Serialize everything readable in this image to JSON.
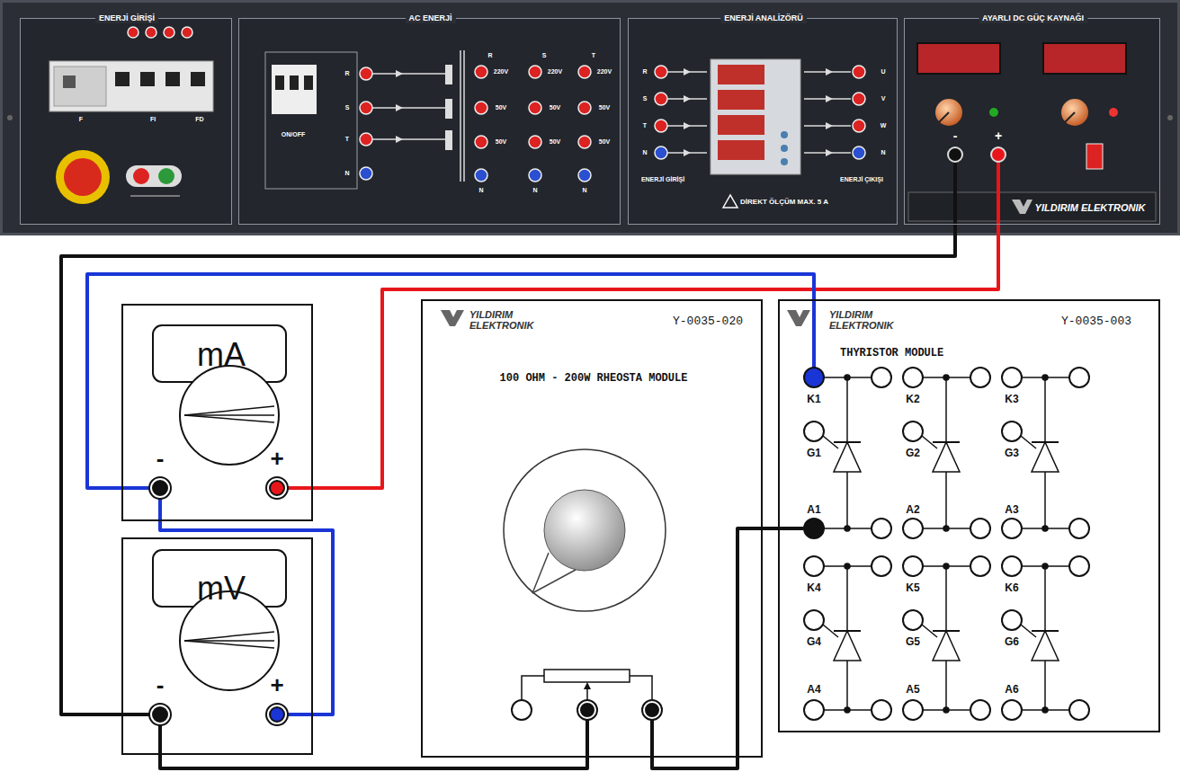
{
  "diagram": {
    "nodes": [
      {
        "text": [
          "ENERJİ GİRİŞİ"
        ]
      },
      {
        "text": [
          "AC ENERJİ"
        ]
      },
      {
        "text": [
          "ENERJİ ANALİZÖRÜ"
        ]
      },
      {
        "text": [
          "AYARLI DC GÜÇ KAYNAĞI"
        ]
      },
      {
        "text": [
          "mA"
        ]
      },
      {
        "text": [
          "mV"
        ]
      },
      {
        "text": [
          "YILDIRIM ELEKTRONIK",
          "Y-0035-020",
          "100 OHM - 200W RHEOSTA MODULE"
        ]
      },
      {
        "text": [
          "YILDIRIM ELEKTRONIK",
          "Y-0035-003",
          "THYRISTOR MODULE"
        ]
      }
    ],
    "edges": [
      {
        "from": 3,
        "to": 5,
        "arrow": "none"
      },
      {
        "from": 3,
        "to": 4,
        "arrow": "none"
      },
      {
        "from": 7,
        "to": 4,
        "arrow": "none"
      },
      {
        "from": 4,
        "to": 5,
        "arrow": "none"
      },
      {
        "from": 5,
        "to": 6,
        "arrow": "none"
      },
      {
        "from": 6,
        "to": 7,
        "arrow": "none"
      }
    ],
    "labels": [
      "F",
      "FI",
      "FD",
      "ON/OFF",
      "R",
      "S",
      "T",
      "N",
      "R",
      "S",
      "T",
      "220V",
      "50V",
      "50V",
      "220V",
      "50V",
      "50V",
      "220V",
      "50V",
      "50V",
      "N",
      "N",
      "N",
      "R",
      "S",
      "T",
      "N",
      "U",
      "V",
      "W",
      "N",
      "ENERJİ GİRİŞİ",
      "ENERJİ ÇIKIŞI",
      "DİREKT ÖLÇÜM MAX. 5 A",
      "-",
      "+",
      "YILDIRIM ELEKTRONIK",
      "-",
      "+",
      "-",
      "+",
      "K1",
      "K2",
      "K3",
      "G1",
      "G2",
      "G3",
      "A1",
      "A2",
      "A3",
      "K4",
      "K5",
      "K6",
      "G4",
      "G5",
      "G6",
      "A4",
      "A5",
      "A6"
    ]
  }
}
